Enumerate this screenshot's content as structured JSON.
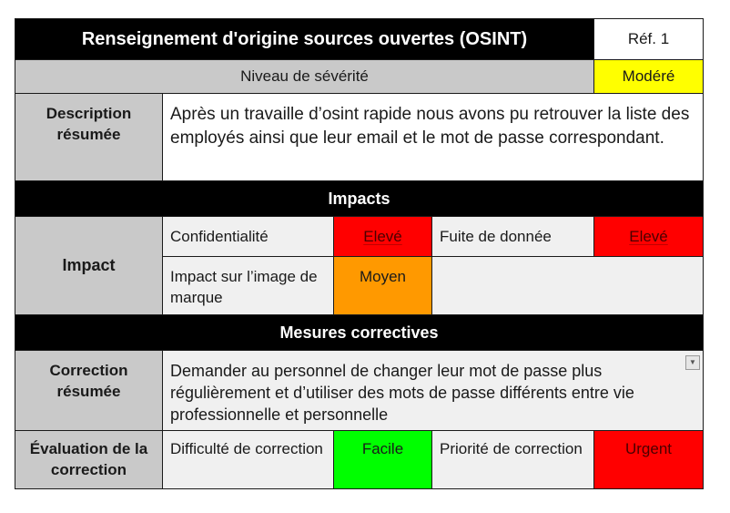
{
  "header": {
    "title": "Renseignement d'origine sources ouvertes (OSINT)",
    "ref": "Réf. 1"
  },
  "severity": {
    "label": "Niveau de sévérité",
    "value": "Modéré",
    "color": "#ffff00"
  },
  "description": {
    "label": "Description résumée",
    "text": "Après un travaille d’osint rapide nous avons pu retrouver la liste des employés ainsi que leur email et le mot de passe correspondant."
  },
  "impacts": {
    "section_title": "Impacts",
    "label": "Impact",
    "items": [
      {
        "name": "Confidentialité",
        "level": "Elevé",
        "color": "#ff0000"
      },
      {
        "name": "Fuite de donnée",
        "level": "Elevé",
        "color": "#ff0000"
      },
      {
        "name": "Impact sur l’image de marque",
        "level": "Moyen",
        "color": "#ff9900"
      }
    ]
  },
  "corrective": {
    "section_title": "Mesures correctives",
    "correction_label": "Correction résumée",
    "correction_text": "Demander au personnel de changer leur mot de passe plus régulièrement et d’utiliser des mots de passe différents entre vie professionnelle et personnelle",
    "evaluation_label": "Évaluation de la correction",
    "difficulty_label": "Difficulté de correction",
    "difficulty_value": "Facile",
    "difficulty_color": "#00ff00",
    "priority_label": "Priorité de correction",
    "priority_value": "Urgent",
    "priority_color": "#ff0000"
  }
}
